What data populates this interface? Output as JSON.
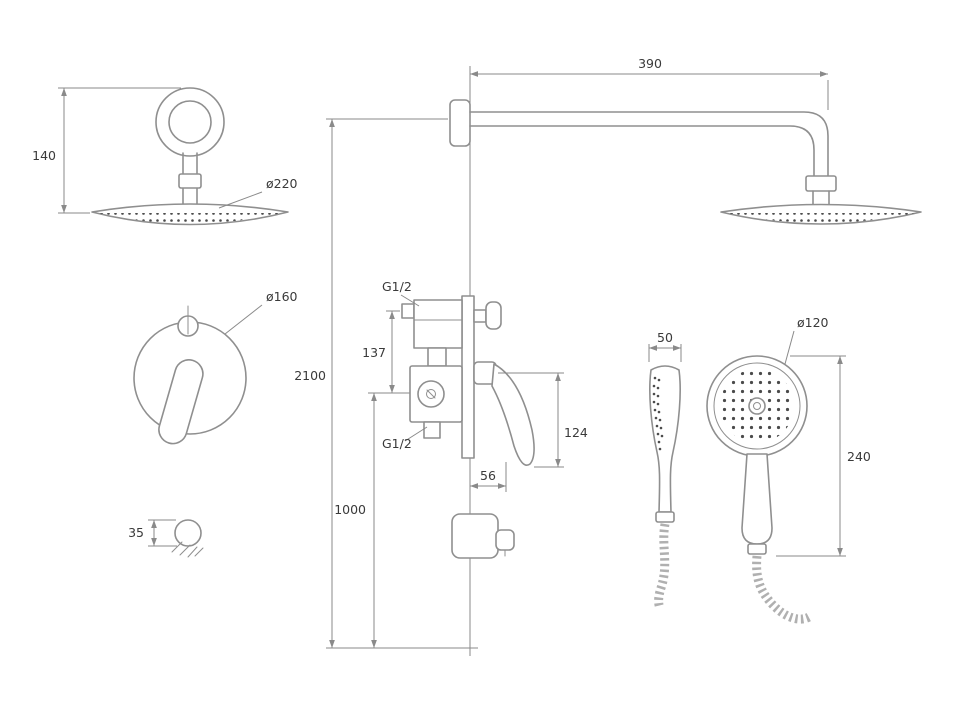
{
  "colors": {
    "bg": "#ffffff",
    "line": "#8f8f8f",
    "dimline": "#8a8a8a",
    "text": "#3a3a3a",
    "dot": "#4b4b4b",
    "hose": "#b0b0b0"
  },
  "views": {
    "overhead": {
      "height": "140",
      "diameter": "ø220"
    },
    "mixer_front": {
      "diameter": "ø160"
    },
    "outlet": {
      "height": "35"
    },
    "install": {
      "arm_length": "390",
      "total_height": "2100",
      "outlet_height": "1000",
      "thread_top": "G1/2",
      "thread_bottom": "G1/2",
      "valve_span": "137",
      "handle_span": "124",
      "depth": "56"
    },
    "handshower": {
      "width": "50",
      "diameter": "ø120",
      "length": "240"
    }
  }
}
